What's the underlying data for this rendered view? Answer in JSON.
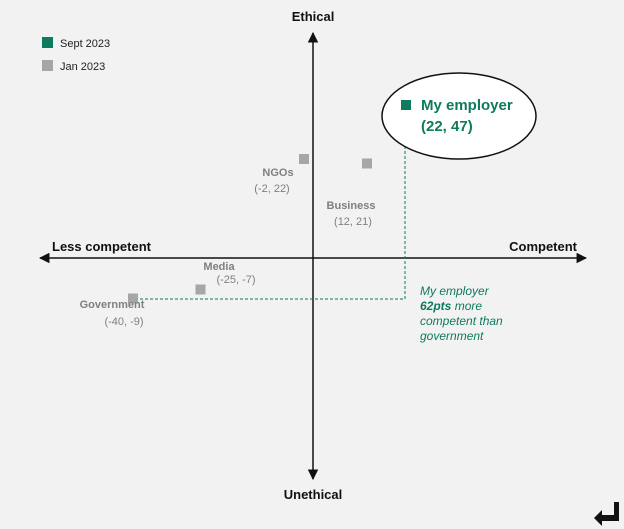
{
  "chart_data": {
    "type": "scatter",
    "x_axis": {
      "negative_label": "Less competent",
      "positive_label": "Competent"
    },
    "y_axis": {
      "positive_label": "Ethical",
      "negative_label": "Unethical"
    },
    "xlim": [
      -55,
      55
    ],
    "ylim": [
      -55,
      55
    ],
    "legend": {
      "placement": "top-left",
      "entries": [
        {
          "label": "Sept 2023",
          "color": "#0e7a5e"
        },
        {
          "label": "Jan 2023",
          "color": "#a6a6a6"
        }
      ]
    },
    "series": [
      {
        "name": "Jan 2023",
        "color": "#a6a6a6",
        "points": [
          {
            "label": "NGOs",
            "coord_text": "(-2, 22)",
            "x": -2,
            "y": 22
          },
          {
            "label": "Business",
            "coord_text": "(12, 21)",
            "x": 12,
            "y": 21
          },
          {
            "label": "Media",
            "coord_text": "(-25, -7)",
            "x": -25,
            "y": -7
          },
          {
            "label": "Government",
            "coord_text": "(-40, -9)",
            "x": -40,
            "y": -9
          }
        ]
      },
      {
        "name": "Sept 2023",
        "color": "#0e7a5e",
        "points": [
          {
            "label": "My employer",
            "coord_text": "(22, 47)",
            "x": 22,
            "y": 47
          }
        ]
      }
    ],
    "annotation": {
      "line1": "My employer",
      "line2_bold": "62pts",
      "line2_rest": " more",
      "line3": "competent than",
      "line4": "government"
    }
  },
  "icons": {
    "corner": "arrow-corner-icon"
  }
}
